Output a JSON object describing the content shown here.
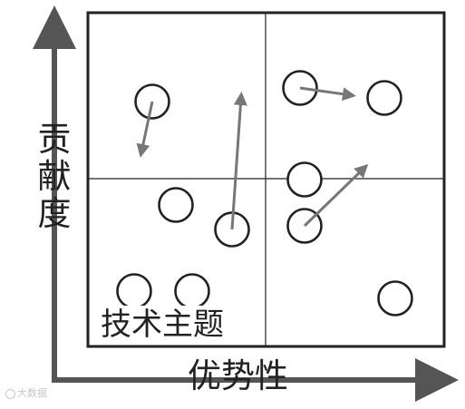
{
  "diagram": {
    "y_axis_label": "贡献度",
    "x_axis_label": "优势性",
    "inner_label": "技术主题"
  },
  "watermark": {
    "text": "大数据"
  },
  "colors": {
    "frame": "#222222",
    "axis_arrow": "#555555",
    "trend_arrow": "#777777",
    "circle_stroke": "#222222"
  }
}
